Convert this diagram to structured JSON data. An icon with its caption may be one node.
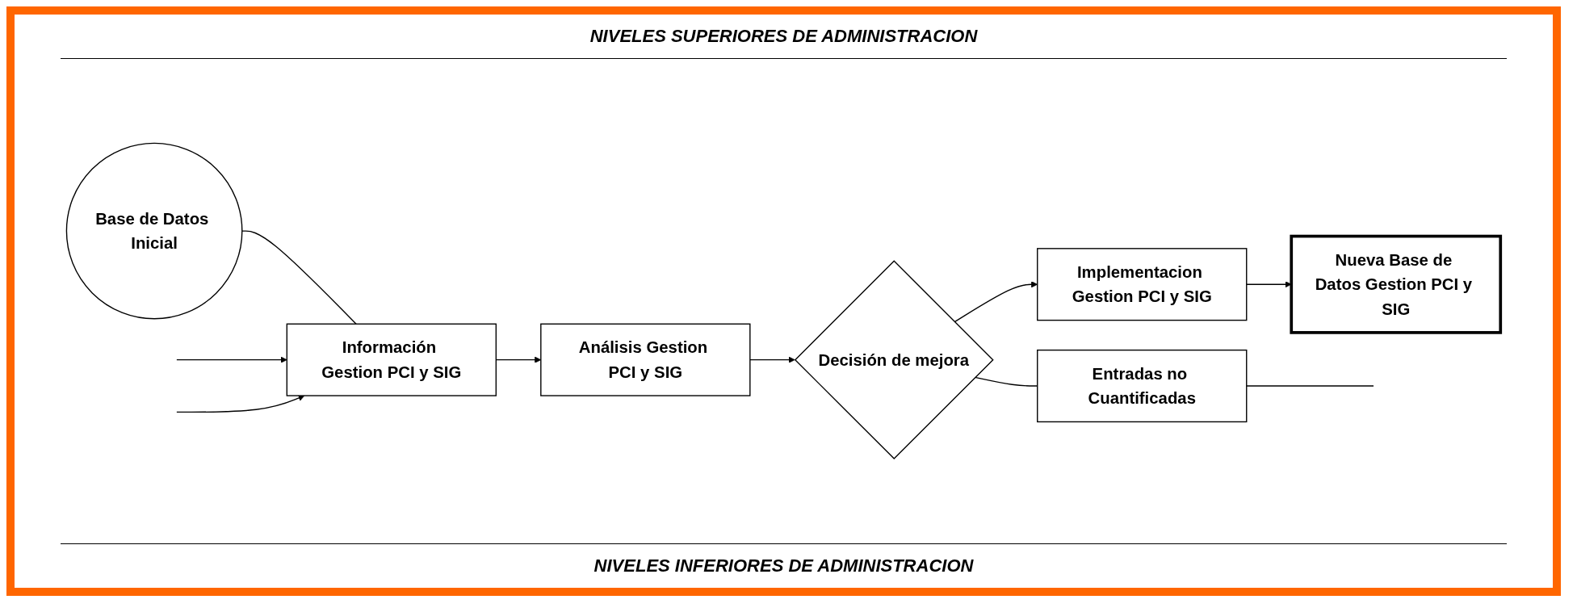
{
  "diagram": {
    "nodes": [
      {
        "text": [
          "Entradas no Cuantificadas"
        ]
      },
      {
        "text": [
          "Base de Datos Inicial"
        ]
      },
      {
        "text": [
          "Información Gestion PCI y SIG"
        ]
      },
      {
        "text": [
          "Análisis Gestion PCI y SIG"
        ]
      },
      {
        "text": [
          "Decisión de mejora"
        ]
      },
      {
        "text": [
          "Implementacion Gestion PCI y SIG"
        ]
      },
      {
        "text": [
          "Nueva Base de Datos Gestion PCI y SIG"
        ]
      }
    ],
    "edges": [
      {
        "from": 1,
        "to": 2,
        "arrow": "none"
      },
      {
        "from": 2,
        "to": 3,
        "arrow": "to"
      },
      {
        "from": 3,
        "to": 4,
        "arrow": "to"
      },
      {
        "from": 4,
        "to": 5,
        "arrow": "to"
      },
      {
        "from": 5,
        "to": 6,
        "arrow": "to"
      },
      {
        "from": 4,
        "to": 0,
        "arrow": "none"
      },
      {
        "from": 0,
        "to": null,
        "arrow": "none"
      },
      {
        "from": null,
        "to": 2,
        "arrow": "to"
      },
      {
        "from": null,
        "to": 2,
        "arrow": "to"
      }
    ],
    "labels": [
      "NIVELES SUPERIORES DE ADMINISTRACION",
      "NIVELES INFERIORES DE ADMINISTRACION"
    ]
  }
}
